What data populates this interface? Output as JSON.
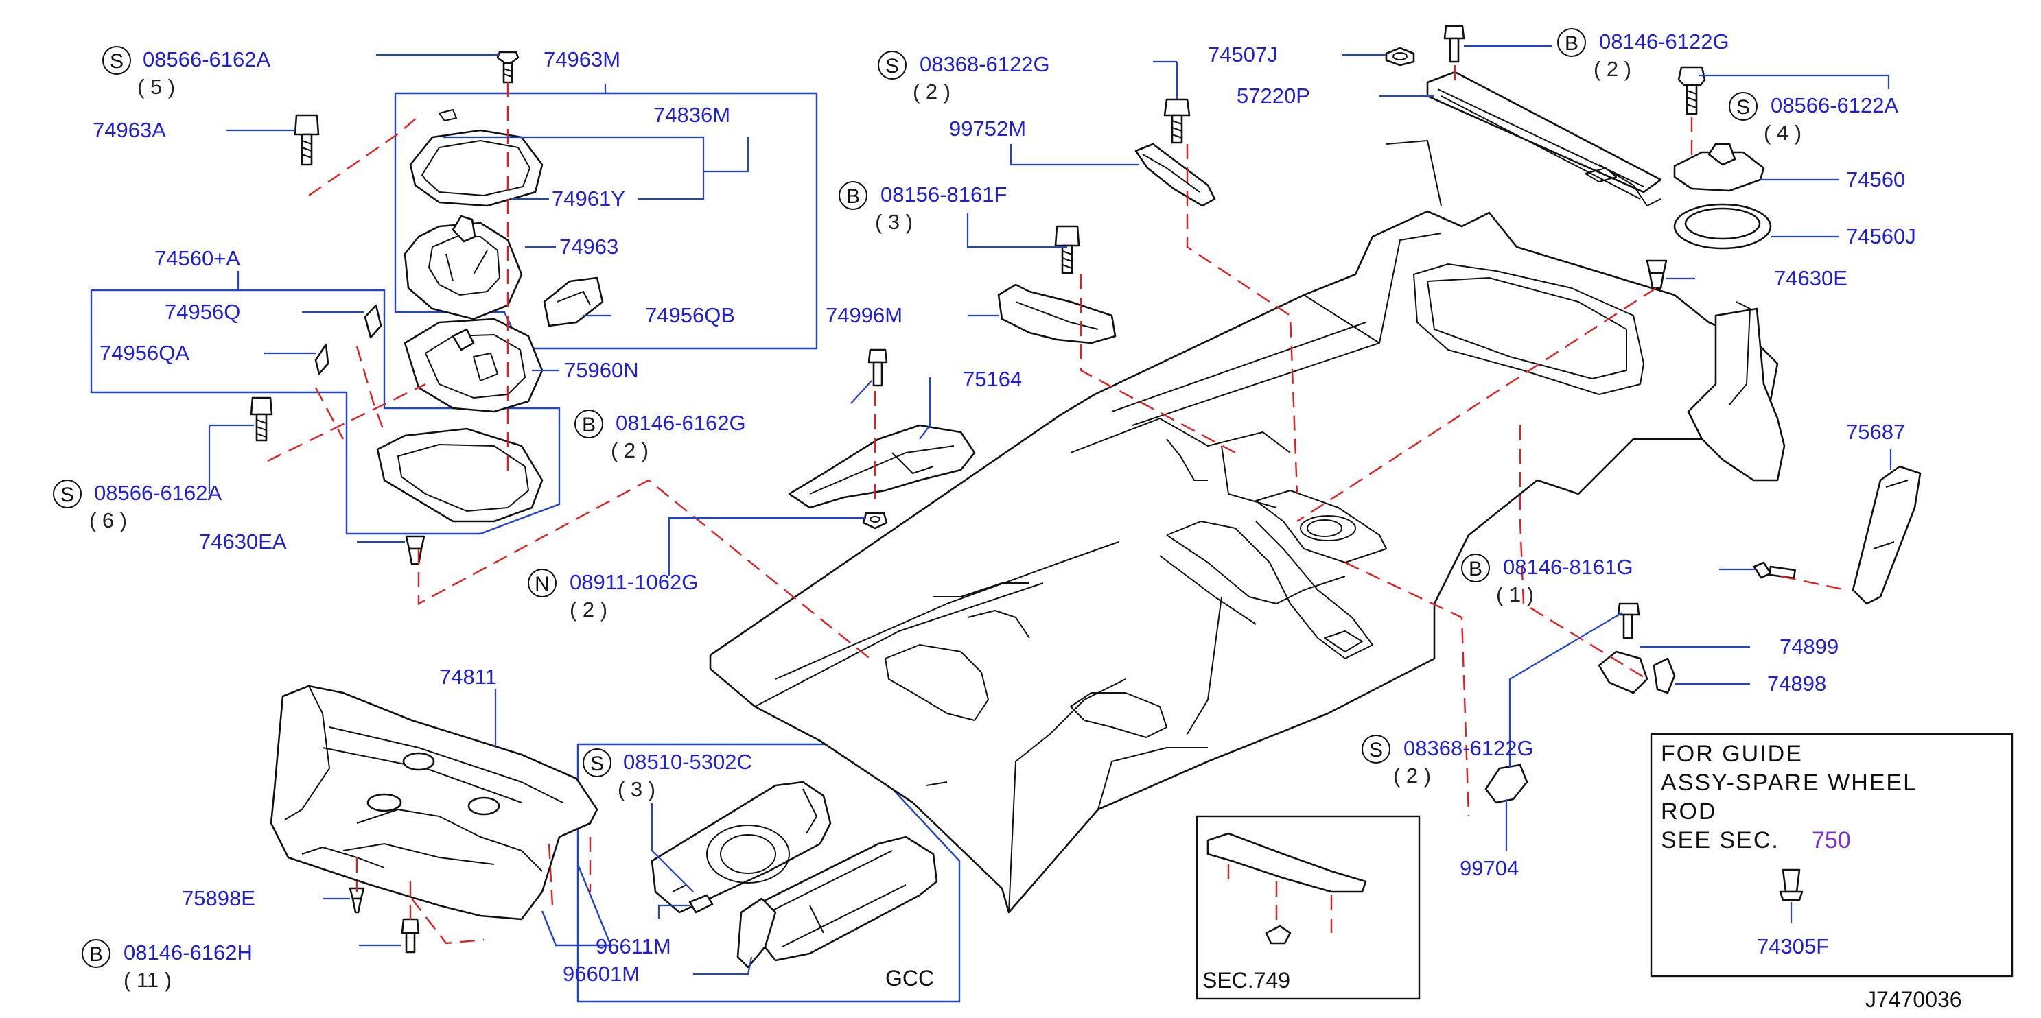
{
  "diagram_id": "J7470036",
  "parts": {
    "p74963M": "74963M",
    "p74836M": "74836M",
    "p74963A": "74963A",
    "p74961Y": "74961Y",
    "p74963": "74963",
    "p74956QB": "74956QB",
    "p74560A": "74560+A",
    "p74956Q": "74956Q",
    "p74956QA": "74956QA",
    "p75960N": "75960N",
    "p74630EA": "74630EA",
    "p74811": "74811",
    "p75898E": "75898E",
    "p96611M": "96611M",
    "p96601M": "96601M",
    "p74507J": "74507J",
    "p57220P": "57220P",
    "p99752M": "99752M",
    "p74996M": "74996M",
    "p75164": "75164",
    "p74560": "74560",
    "p74560J": "74560J",
    "p74630E": "74630E",
    "p75687": "75687",
    "p74899": "74899",
    "p74898": "74898",
    "p99704": "99704",
    "p74305F": "74305F"
  },
  "fasteners": {
    "f1": {
      "prefix": "S",
      "num": "08566-6162A",
      "qty": "( 5 )"
    },
    "f2": {
      "prefix": "S",
      "num": "08566-6162A",
      "qty": "( 6 )"
    },
    "f3": {
      "prefix": "B",
      "num": "08146-6162G",
      "qty": "( 2 )"
    },
    "f4": {
      "prefix": "N",
      "num": "08911-1062G",
      "qty": "( 2 )"
    },
    "f5": {
      "prefix": "S",
      "num": "08510-5302C",
      "qty": "( 3 )"
    },
    "f6": {
      "prefix": "B",
      "num": "08146-6162H",
      "qty": "( 11 )"
    },
    "f7": {
      "prefix": "S",
      "num": "08368-6122G",
      "qty": "( 2 )"
    },
    "f8": {
      "prefix": "B",
      "num": "08156-8161F",
      "qty": "( 3 )"
    },
    "f9": {
      "prefix": "B",
      "num": "08146-6122G",
      "qty": "( 2 )"
    },
    "f10": {
      "prefix": "S",
      "num": "08566-6122A",
      "qty": "( 4 )"
    },
    "f11": {
      "prefix": "B",
      "num": "08146-8161G",
      "qty": "( 1 )"
    },
    "f12": {
      "prefix": "S",
      "num": "08368-6122G",
      "qty": "( 2 )"
    }
  },
  "gcc_label": "GCC",
  "sec749_label": "SEC.749",
  "note": {
    "line1": "FOR  GUIDE",
    "line2": "ASSY-SPARE  WHEEL",
    "line3": "ROD",
    "line4": "SEE  SEC.",
    "sec_ref": "750"
  }
}
